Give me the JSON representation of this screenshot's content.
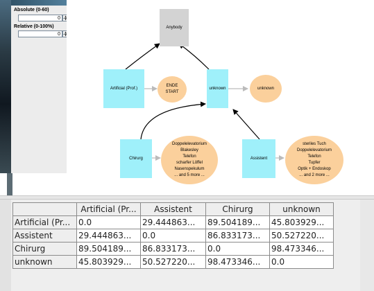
{
  "controls": {
    "absolute_label": "Absolute (0-60)",
    "absolute_value": "0",
    "relative_label": "Relative (0-100%)",
    "relative_value": "0"
  },
  "graph": {
    "nodes": {
      "anybody": "Anybody",
      "artificial": "Artificial (Prof.)",
      "artificial_items": [
        "ENDE",
        "START"
      ],
      "unknown": "unknown",
      "unknown_items": [
        "unknown"
      ],
      "chirurg": "Chirurg",
      "chirurg_items": [
        "Doppelelevatorium",
        "Blakesley",
        "Telefon",
        "scharfer Löffel",
        "Nasenspekulum",
        "... and 5 more ..."
      ],
      "assistent": "Assistent",
      "assistent_items": [
        "steriles Tuch",
        "Doppelelevatorium",
        "Telefon",
        "Tupfer",
        "Optik + Endoskop",
        "... and 2 more ..."
      ]
    },
    "colors": {
      "role_node": "#9ff0fa",
      "root_node": "#d3d3d3",
      "item_node": "#fbd09c",
      "edge_dark": "#000000",
      "edge_light": "#bbbbbb"
    }
  },
  "table": {
    "columns": [
      "Artificial (Pr...",
      "Assistent",
      "Chirurg",
      "unknown"
    ],
    "rows": [
      {
        "label": "Artificial (Pr...",
        "cells": [
          "0.0",
          "29.444863...",
          "89.504189...",
          "45.803929..."
        ]
      },
      {
        "label": "Assistent",
        "cells": [
          "29.444863...",
          "0.0",
          "86.833173...",
          "50.527220..."
        ]
      },
      {
        "label": "Chirurg",
        "cells": [
          "89.504189...",
          "86.833173...",
          "0.0",
          "98.473346..."
        ]
      },
      {
        "label": "unknown",
        "cells": [
          "45.803929...",
          "50.527220...",
          "98.473346...",
          "0.0"
        ]
      }
    ]
  }
}
